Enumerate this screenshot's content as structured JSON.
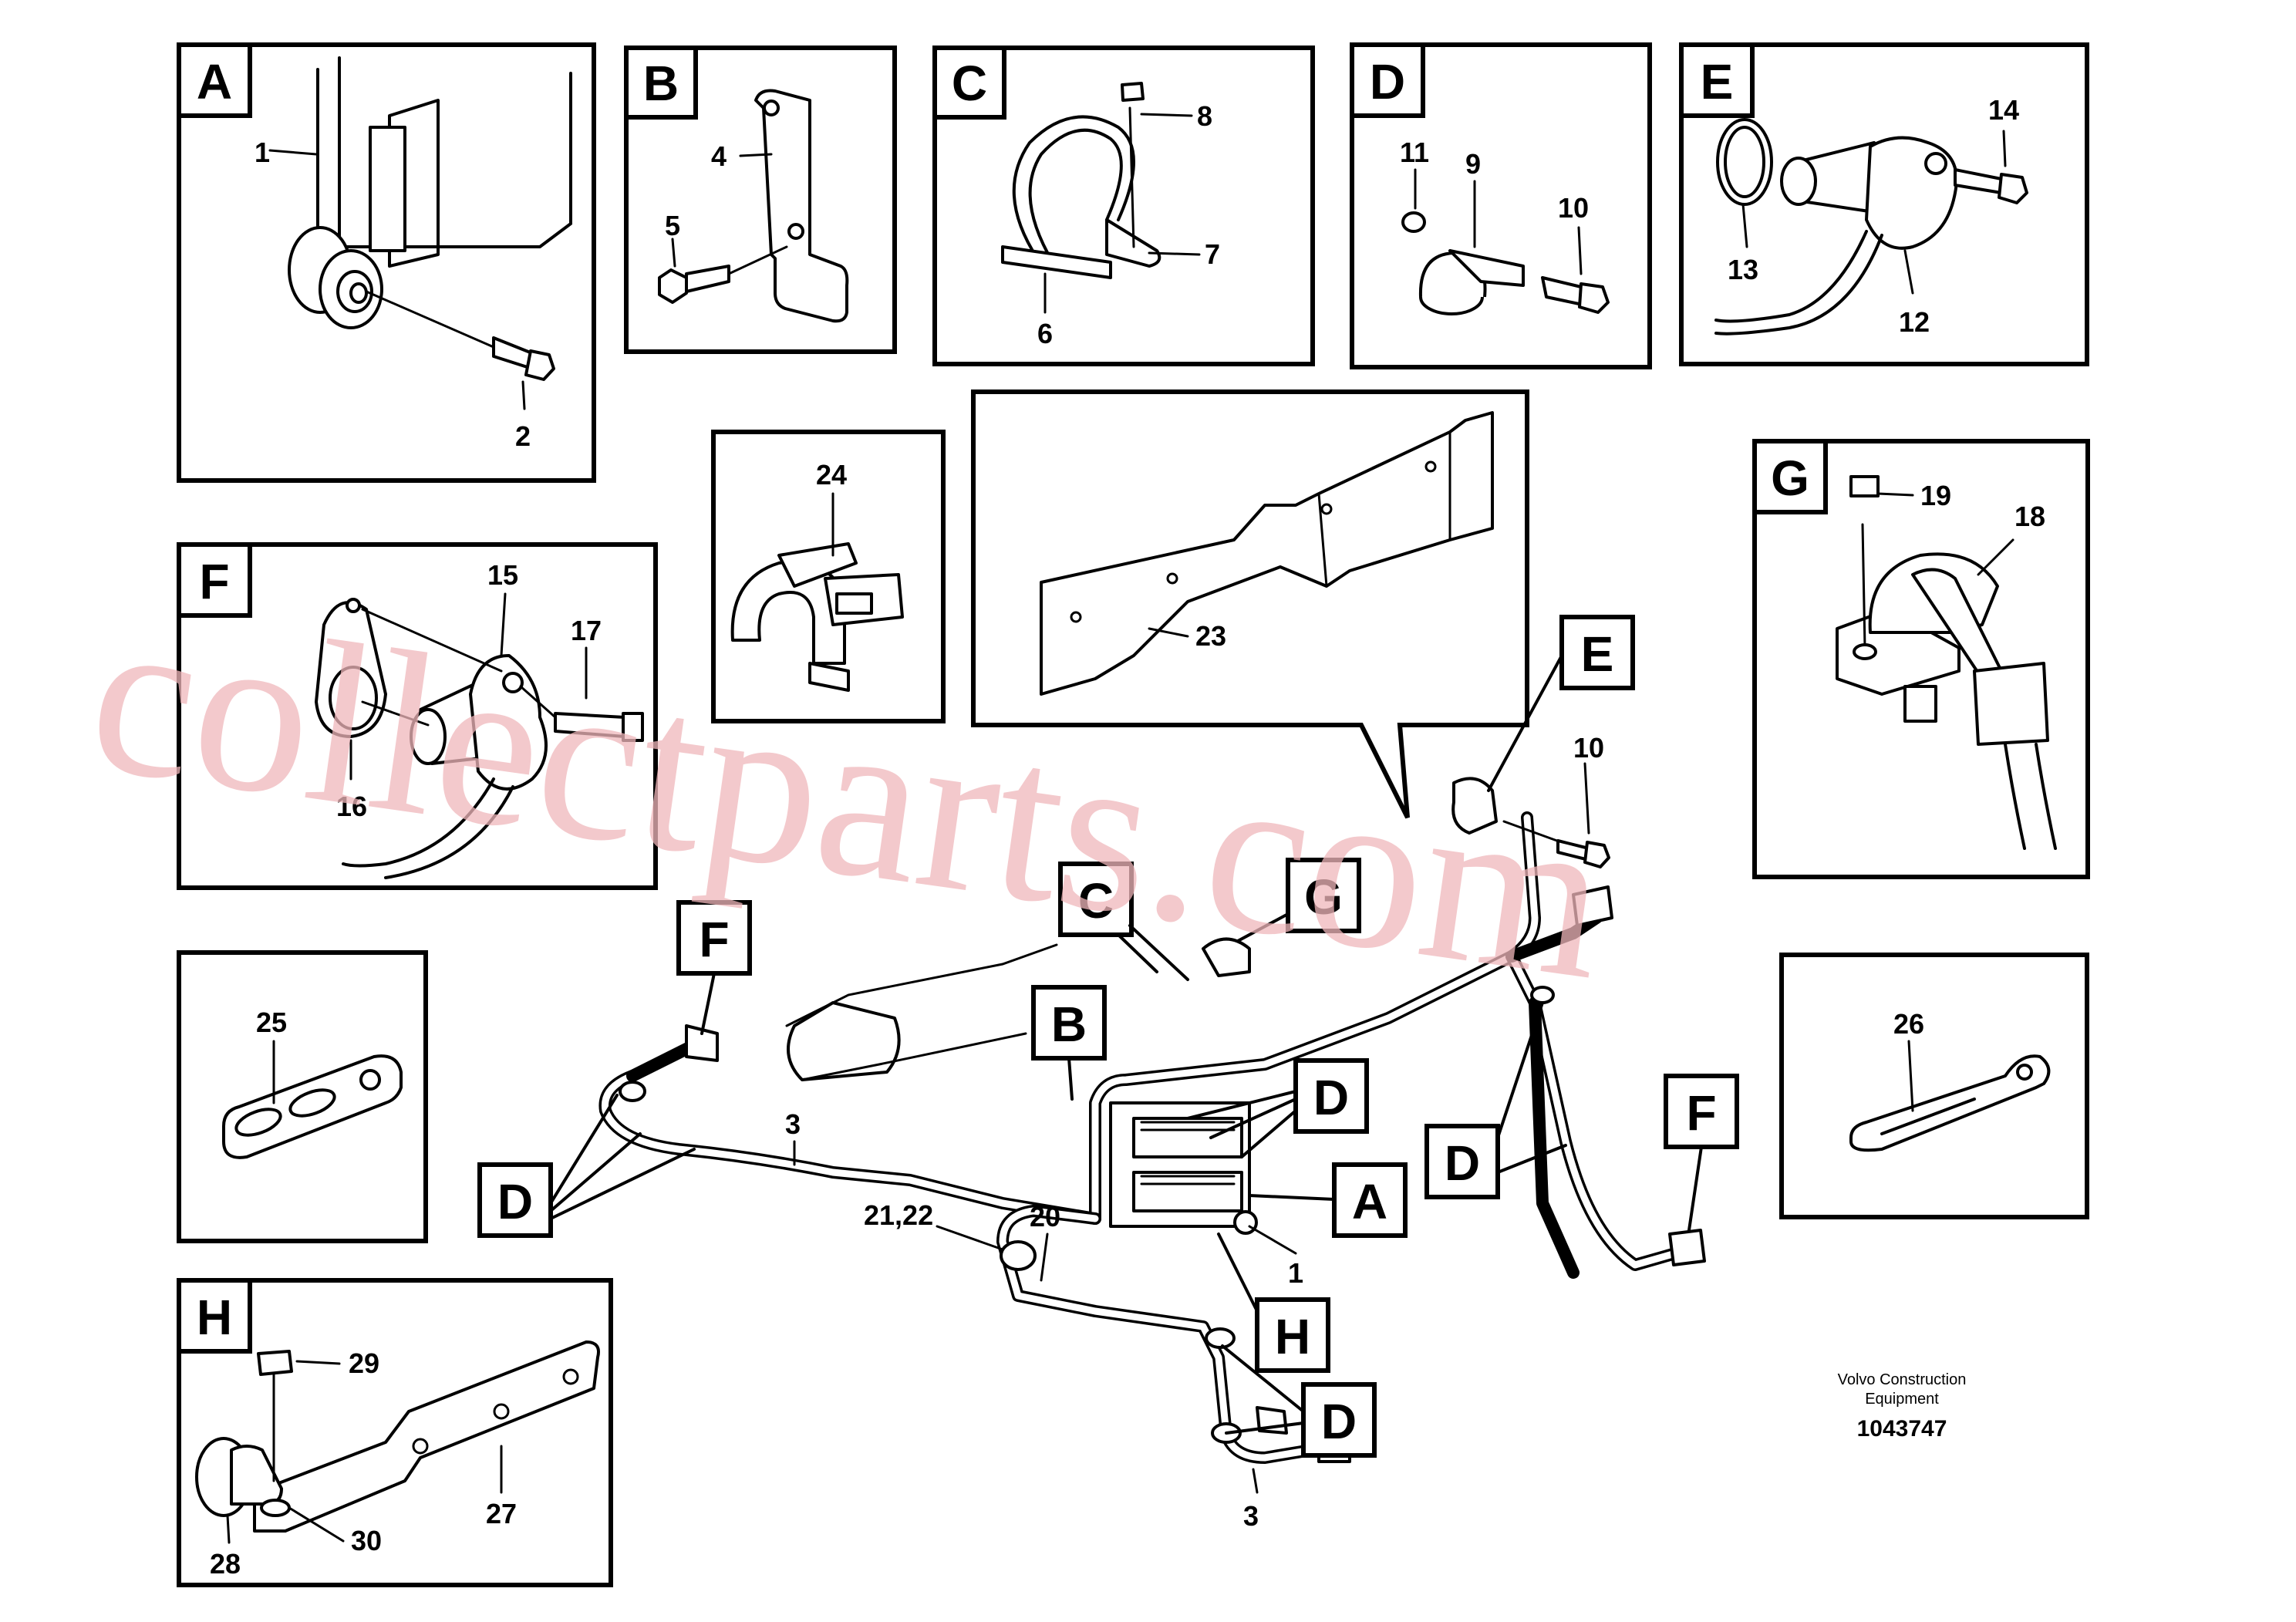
{
  "panels": [
    {
      "letter": "A",
      "parts": [
        "1",
        "2"
      ]
    },
    {
      "letter": "B",
      "parts": [
        "4",
        "5"
      ]
    },
    {
      "letter": "C",
      "parts": [
        "8",
        "7",
        "6"
      ]
    },
    {
      "letter": "D",
      "parts": [
        "11",
        "9",
        "10"
      ]
    },
    {
      "letter": "E",
      "parts": [
        "14",
        "13",
        "12"
      ]
    },
    {
      "letter": "F",
      "parts": [
        "15",
        "17",
        "16"
      ]
    },
    {
      "letter": "G",
      "parts": [
        "19",
        "18"
      ]
    },
    {
      "letter": "H",
      "parts": [
        "29",
        "27",
        "28",
        "30"
      ]
    }
  ],
  "loose_parts": [
    "24",
    "23",
    "25",
    "26"
  ],
  "overview": {
    "callouts": [
      "E",
      "C",
      "G",
      "F",
      "B",
      "D",
      "D",
      "A",
      "H",
      "D",
      "D",
      "F"
    ],
    "part_numbers": [
      "10",
      "3",
      "21,22",
      "20",
      "1",
      "3"
    ]
  },
  "footer": {
    "maker_line1": "Volvo Construction",
    "maker_line2": "Equipment",
    "drawing_number": "1043747"
  },
  "watermark": "collectparts.com",
  "colors": {
    "lines": "#000000",
    "watermark": "#f0b7bb",
    "background": "#ffffff"
  }
}
